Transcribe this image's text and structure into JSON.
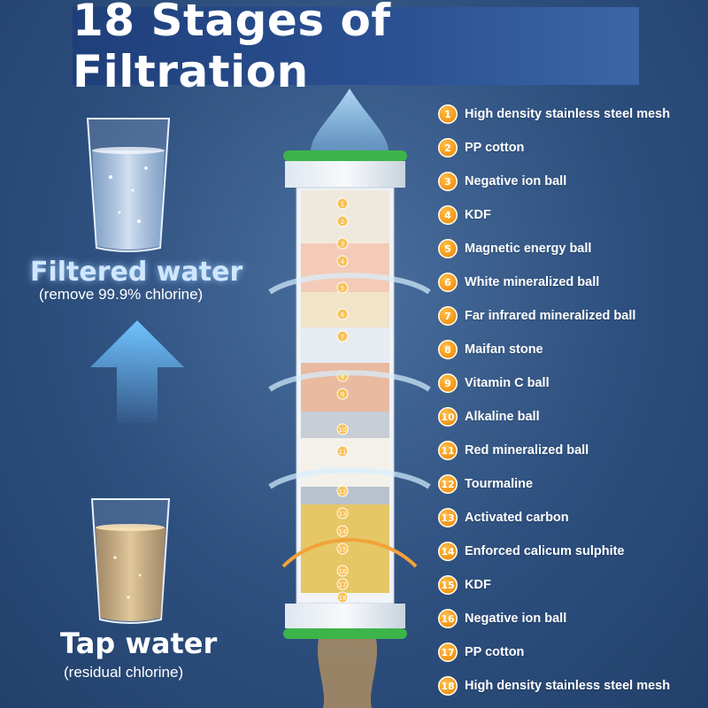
{
  "title": "18 Stages of Filtration",
  "filtered": {
    "title": "Filtered water",
    "subtitle": "(remove 99.9% chlorine)"
  },
  "tap": {
    "title": "Tap water",
    "subtitle": "(residual chlorine)"
  },
  "colors": {
    "title_bg": "#2c5294",
    "stage_badge": "#f2900d",
    "filtered_title": "#cfe6ff",
    "cap_ring": "#3cb44a"
  },
  "stages": [
    {
      "num": "1",
      "label": "High density stainless steel mesh"
    },
    {
      "num": "2",
      "label": "PP cotton"
    },
    {
      "num": "3",
      "label": "Negative ion ball"
    },
    {
      "num": "4",
      "label": "KDF"
    },
    {
      "num": "5",
      "label": "Magnetic energy ball"
    },
    {
      "num": "6",
      "label": "White mineralized ball"
    },
    {
      "num": "7",
      "label": "Far infrared mineralized ball"
    },
    {
      "num": "8",
      "label": "Maifan stone"
    },
    {
      "num": "9",
      "label": "Vitamin C ball"
    },
    {
      "num": "10",
      "label": "Alkaline ball"
    },
    {
      "num": "11",
      "label": "Red mineralized ball"
    },
    {
      "num": "12",
      "label": "Tourmaline"
    },
    {
      "num": "13",
      "label": "Activated carbon"
    },
    {
      "num": "14",
      "label": "Enforced calicum sulphite"
    },
    {
      "num": "15",
      "label": "KDF"
    },
    {
      "num": "16",
      "label": "Negative ion ball"
    },
    {
      "num": "17",
      "label": "PP cotton"
    },
    {
      "num": "18",
      "label": "High density stainless steel mesh"
    }
  ],
  "filter_layer_numbers": [
    "1",
    "2",
    "3",
    "4",
    "5",
    "6",
    "7",
    "8",
    "9",
    "10",
    "11",
    "12",
    "13",
    "14",
    "15",
    "16",
    "17",
    "18"
  ]
}
